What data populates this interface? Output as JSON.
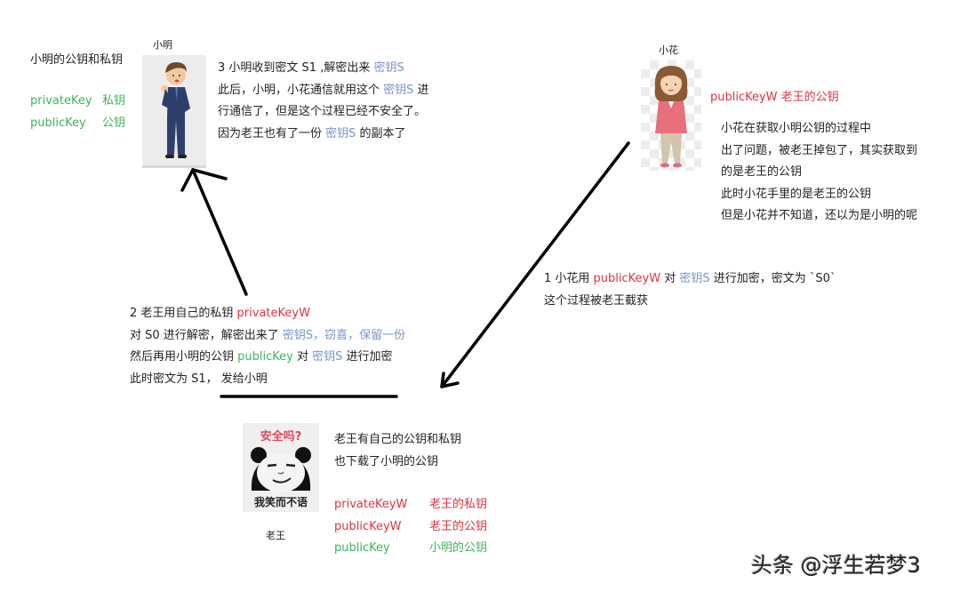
{
  "colors": {
    "green": "#3fb45a",
    "red": "#e0323f",
    "blue": "#7a95c6",
    "text": "#222222",
    "arrow": "#000000"
  },
  "xiaoming": {
    "name": "小明",
    "keys_title": "小明的公钥和私钥",
    "keys": [
      {
        "key": "privateKey",
        "desc": "私钥"
      },
      {
        "key": "publicKey",
        "desc": "公钥"
      }
    ],
    "avatar_icon": "businessman-icon"
  },
  "step3": {
    "lines": [
      {
        "parts": [
          "3  小明收到密文 S1 ,解密出来 ",
          "密钥S",
          ""
        ]
      },
      {
        "parts": [
          "此后，小明，小花通信就用这个 ",
          "密钥S",
          " 进"
        ]
      },
      {
        "parts": [
          "行通信了，但是这个过程已经不安全了。",
          "",
          ""
        ]
      },
      {
        "parts": [
          "因为老王也有了一份 ",
          "密钥S",
          " 的副本了"
        ]
      }
    ]
  },
  "xiaohua": {
    "name": "小花",
    "key_label": "publicKeyW  老王的公钥",
    "avatar_icon": "woman-icon",
    "notes": [
      "小花在获取小明公钥的过程中",
      "出了问题，被老王掉包了，其实获取到",
      "的是老王的公钥",
      "此时小花手里的是老王的公钥",
      "但是小花并不知道，还以为是小明的呢"
    ]
  },
  "step1": {
    "line1": {
      "prefix": "1  小花用 ",
      "key": "publicKeyW",
      "mid": " 对 ",
      "secret": "密钥S",
      "suffix": " 进行加密，密文为 `S0`"
    },
    "line2": "这个过程被老王截获"
  },
  "step2": {
    "line1": {
      "prefix": "2  老王用自己的私钥 ",
      "key": "privateKeyW"
    },
    "line2": {
      "prefix": "对 S0 进行解密，解密出来了 ",
      "secret": "密钥S，窃喜，保留一份"
    },
    "line3": {
      "prefix": "然后再用小明的公钥 ",
      "key": "publicKey",
      "mid": " 对 ",
      "secret": "密钥S",
      "suffix": " 进行加密"
    },
    "line4": "此时密文为 S1，  发给小明"
  },
  "laowang": {
    "name": "老王",
    "meme_top": "安全吗?",
    "meme_bottom": "我笑而不语",
    "avatar_icon": "panda-meme-icon",
    "desc": [
      "老王有自己的公钥和私钥",
      "也下载了小明的公钥"
    ],
    "keys": [
      {
        "key": "privateKeyW",
        "desc": "老王的私钥",
        "color": "red"
      },
      {
        "key": "publicKeyW",
        "desc": "老王的公钥",
        "color": "red"
      },
      {
        "key": "publicKey",
        "desc": "小明的公钥",
        "color": "green"
      }
    ]
  },
  "watermark": "头条 @浮生若梦3"
}
